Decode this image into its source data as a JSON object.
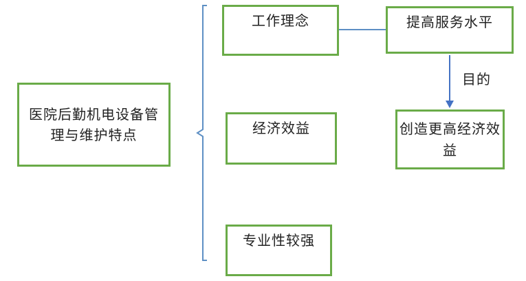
{
  "diagram": {
    "main": "医院后勤机电设备管理与维护特点",
    "branches": {
      "work_concept": "工作理念",
      "economic_benefit": "经济效益",
      "professionalism": "专业性较强"
    },
    "service_level": "提高服务水平",
    "create_benefit": "创造更高经济效益",
    "edge_label": "目的"
  },
  "colors": {
    "box_border": "#6aab48",
    "bracket": "#5d8fc4",
    "connector": "#5d8fc4",
    "arrow": "#4472c4"
  }
}
